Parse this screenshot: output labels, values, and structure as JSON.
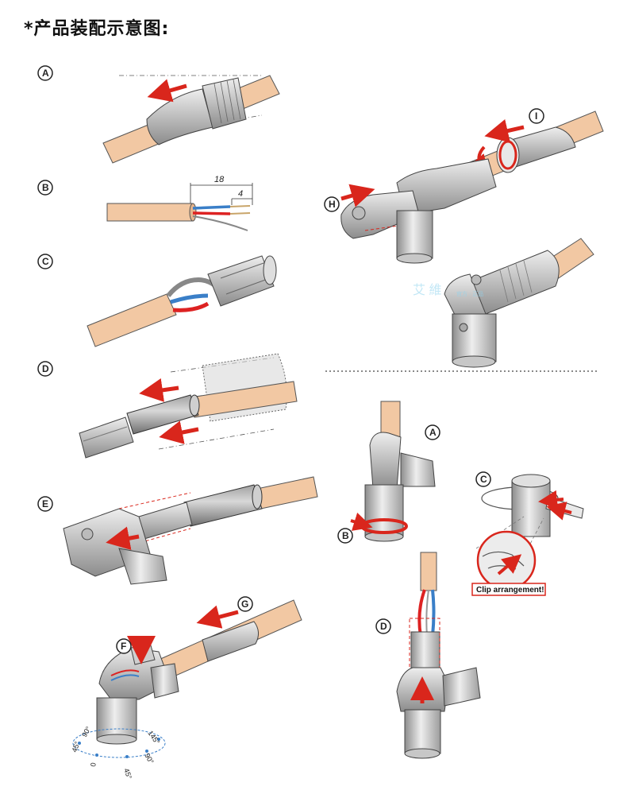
{
  "title": "*产品装配示意图:",
  "steps_left": [
    "A",
    "B",
    "C",
    "D",
    "E",
    "F",
    "G"
  ],
  "steps_right_top": [
    "H",
    "I"
  ],
  "steps_right_bottom": [
    "A",
    "B",
    "C",
    "D"
  ],
  "dimensions": {
    "strip_length": "18",
    "end_length": "4"
  },
  "angles": [
    "90°",
    "45°",
    "0",
    "45°",
    "90°",
    "145°"
  ],
  "clip_note": "Clip arrangement!",
  "watermark": {
    "text_1": "艾 維",
    "text_2": "官方 · 正品"
  },
  "colors": {
    "cable": "#f2c8a3",
    "metal": "#c9c9c9",
    "dark_metal": "#9a9a9a",
    "arrow": "#d9261c",
    "wire_red": "#d22",
    "wire_blue": "#3a7fc8"
  }
}
